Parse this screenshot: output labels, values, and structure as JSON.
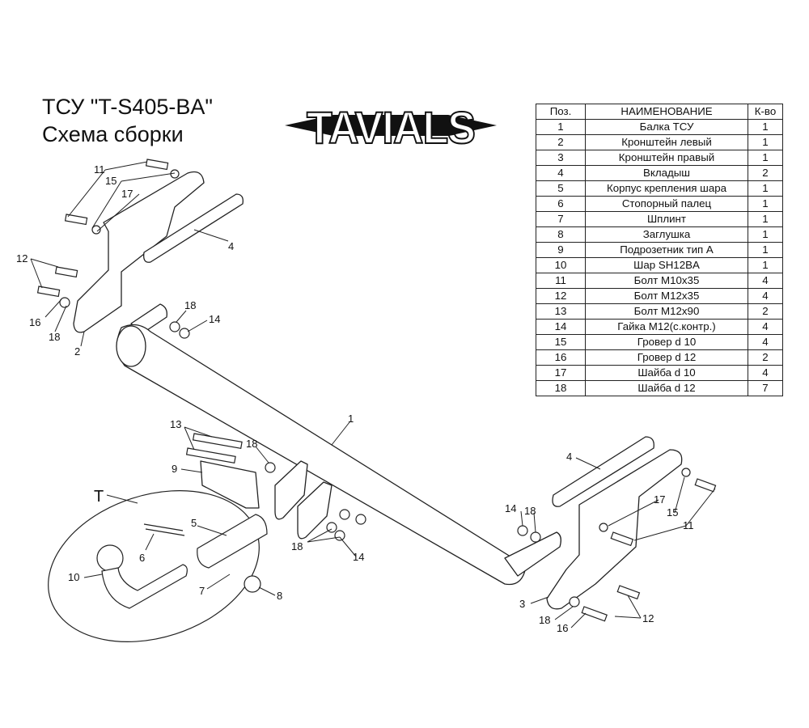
{
  "title": {
    "line1": "ТСУ  \"T-S405-BA\"",
    "line2": "Схема сборки"
  },
  "logo": {
    "text": "TAVIALS",
    "icon": "tavials-logo"
  },
  "table": {
    "headers": [
      "Поз.",
      "НАИМЕНОВАНИЕ",
      "К-во"
    ],
    "rows": [
      [
        "1",
        "Балка ТСУ",
        "1"
      ],
      [
        "2",
        "Кронштейн левый",
        "1"
      ],
      [
        "3",
        "Кронштейн правый",
        "1"
      ],
      [
        "4",
        "Вкладыш",
        "2"
      ],
      [
        "5",
        "Корпус крепления шара",
        "1"
      ],
      [
        "6",
        "Стопорный палец",
        "1"
      ],
      [
        "7",
        "Шплинт",
        "1"
      ],
      [
        "8",
        "Заглушка",
        "1"
      ],
      [
        "9",
        "Подрозетник тип А",
        "1"
      ],
      [
        "10",
        "Шар SH12BA",
        "1"
      ],
      [
        "11",
        "Болт М10х35",
        "4"
      ],
      [
        "12",
        "Болт М12х35",
        "4"
      ],
      [
        "13",
        "Болт М12х90",
        "2"
      ],
      [
        "14",
        "Гайка М12(с.контр.)",
        "4"
      ],
      [
        "15",
        "Гровер d 10",
        "4"
      ],
      [
        "16",
        "Гровер d 12",
        "2"
      ],
      [
        "17",
        "Шайба d 10",
        "4"
      ],
      [
        "18",
        "Шайба d 12",
        "7"
      ]
    ]
  },
  "callouts": {
    "c11a": "11",
    "c15a": "15",
    "c17a": "17",
    "c4a": "4",
    "c12a": "12",
    "c16a": "16",
    "c18a": "18",
    "c2": "2",
    "c18b": "18",
    "c14a": "14",
    "c1": "1",
    "c13": "13",
    "c18c": "18",
    "c9": "9",
    "cT": "T",
    "c5": "5",
    "c6": "6",
    "c10": "10",
    "c7": "7",
    "c8": "8",
    "c18d": "18",
    "c14b": "14",
    "c4b": "4",
    "c14c": "14",
    "c18e": "18",
    "c17b": "17",
    "c15b": "15",
    "c11b": "11",
    "c3": "3",
    "c18f": "18",
    "c16b": "16",
    "c12b": "12"
  }
}
